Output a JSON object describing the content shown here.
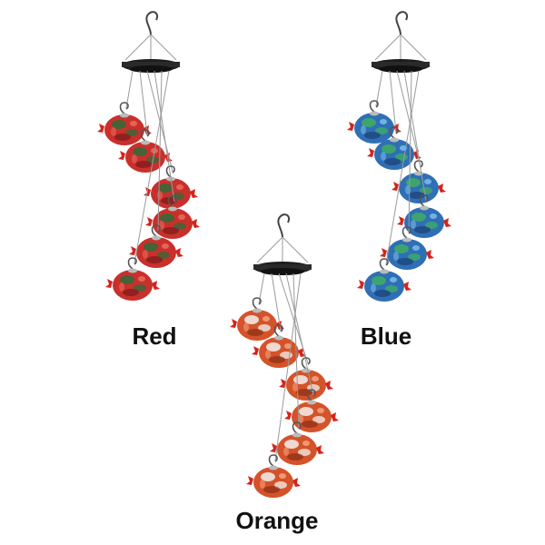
{
  "products": [
    {
      "label": "Red",
      "colors": {
        "base": "#c9302c",
        "dark": "#7a1a18",
        "accent": "#2f6b3a",
        "light": "#e86a5a"
      }
    },
    {
      "label": "Orange",
      "colors": {
        "base": "#d4532a",
        "dark": "#8a2f15",
        "accent": "#f3f1ee",
        "light": "#f2a07a"
      }
    },
    {
      "label": "Blue",
      "colors": {
        "base": "#2f6fb5",
        "dark": "#1b3f75",
        "accent": "#3fae62",
        "light": "#79b9e8"
      }
    }
  ],
  "common": {
    "port_color": "#d4241c",
    "canopy_color": "#1e1e1e",
    "wire_color": "#9a9a9a"
  }
}
